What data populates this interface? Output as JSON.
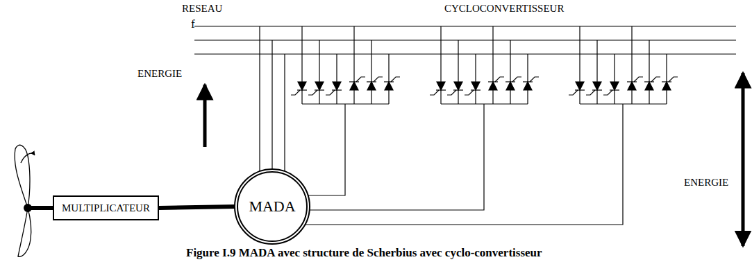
{
  "diagram": {
    "caption": "Figure I.9 MADA avec structure de Scherbius avec cyclo-convertisseur",
    "nodes": [
      {
        "text": [
          "MULTIPLICATEUR"
        ]
      },
      {
        "text": [
          "MADA"
        ]
      }
    ],
    "edges": [
      {
        "from": 0,
        "to": 1,
        "arrow": "none"
      }
    ],
    "labels": [
      "RESEAU",
      "f",
      "CYCLOCONVERTISSEUR",
      "ENERGIE",
      "ENERGIE"
    ]
  }
}
